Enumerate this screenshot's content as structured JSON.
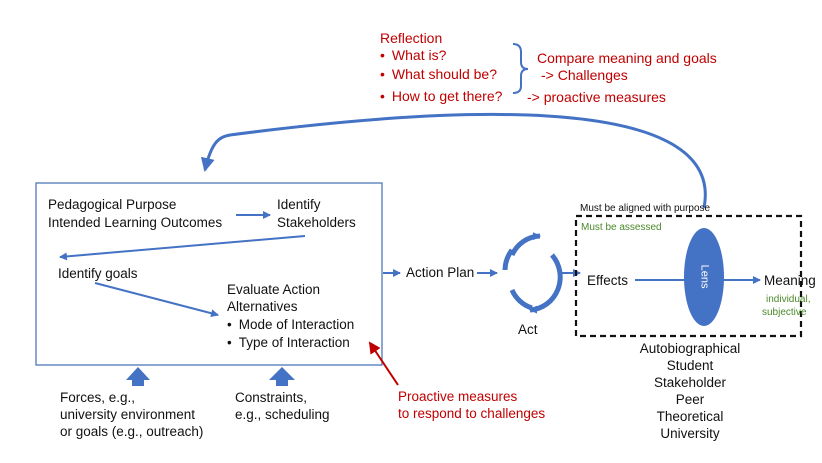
{
  "reflection": {
    "title": "Reflection",
    "questions": [
      "What is?",
      "What should be?",
      "How to get there?"
    ],
    "compare": "Compare meaning and goals",
    "challenges": "-> Challenges",
    "proactive": "-> proactive measures"
  },
  "planning_box": {
    "purpose_line1": "Pedagogical Purpose",
    "purpose_line2": "Intended Learning Outcomes",
    "stakeholders_line1": "Identify",
    "stakeholders_line2": "Stakeholders",
    "goals": "Identify goals",
    "evaluate_line1": "Evaluate Action",
    "evaluate_line2": "Alternatives",
    "alternatives": [
      "Mode of Interaction",
      "Type of Interaction"
    ]
  },
  "action_plan": "Action Plan",
  "act": "Act",
  "assessment": {
    "aligned": "Must be aligned with purpose",
    "assessed": "Must be assessed",
    "effects": "Effects",
    "lens": "Lens",
    "meaning": "Meaning",
    "meaning_note_line1": "individual,",
    "meaning_note_line2": "subjective"
  },
  "perspectives": [
    "Autobiographical",
    "Student",
    "Stakeholder",
    "Peer",
    "Theoretical",
    "University"
  ],
  "forces": [
    "Forces, e.g.,",
    "university environment",
    "or goals (e.g., outreach)"
  ],
  "constraints": [
    "Constraints,",
    "e.g., scheduling"
  ],
  "proactive_note": [
    "Proactive measures",
    "to respond to challenges"
  ],
  "colors": {
    "blue": "#4472c4",
    "red": "#c00000",
    "green": "#4a8a2a",
    "box_border": "#4f7ab8"
  }
}
